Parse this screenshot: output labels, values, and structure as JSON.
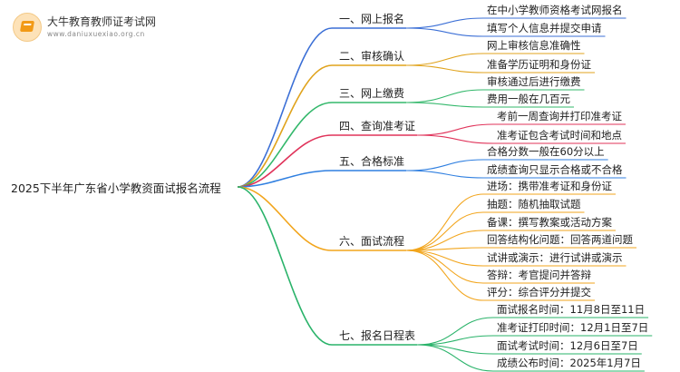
{
  "logo": {
    "title": "大牛教育教师证考试网",
    "url": "www.daniuxuexiao.org.cn",
    "icon": "book-logo-icon"
  },
  "root": "2025下半年广东省小学教资面试报名流程",
  "colors": {
    "b1": "#3b6fd6",
    "b2": "#e0a31c",
    "b3": "#33b86b",
    "b4": "#e0335a",
    "b5": "#2f7fe0",
    "b6": "#f2a51c",
    "b7": "#2ab36a"
  },
  "branches": [
    {
      "label": "一、网上报名",
      "leaves": [
        "在中小学教师资格考试网报名",
        "填写个人信息并提交申请"
      ]
    },
    {
      "label": "二、审核确认",
      "leaves": [
        "网上审核信息准确性",
        "准备学历证明和身份证"
      ]
    },
    {
      "label": "三、网上缴费",
      "leaves": [
        "审核通过后进行缴费",
        "费用一般在几百元"
      ]
    },
    {
      "label": "四、查询准考证",
      "leaves": [
        "考前一周查询并打印准考证",
        "准考证包含考试时间和地点"
      ]
    },
    {
      "label": "五、合格标准",
      "leaves": [
        "合格分数一般在60分以上",
        "成绩查询只显示合格或不合格"
      ]
    },
    {
      "label": "六、面试流程",
      "leaves": [
        "进场：携带准考证和身份证",
        "抽题：随机抽取试题",
        "备课：撰写教案或活动方案",
        "回答结构化问题：回答两道问题",
        "试讲或演示：进行试讲或演示",
        "答辩：考官提问并答辩",
        "评分：综合评分并提交"
      ]
    },
    {
      "label": "七、报名日程表",
      "leaves": [
        "面试报名时间：11月8日至11日",
        "准考证打印时间：12月1日至7日",
        "面试考试时间：12月6日至7日",
        "成绩公布时间：2025年1月7日"
      ]
    }
  ]
}
